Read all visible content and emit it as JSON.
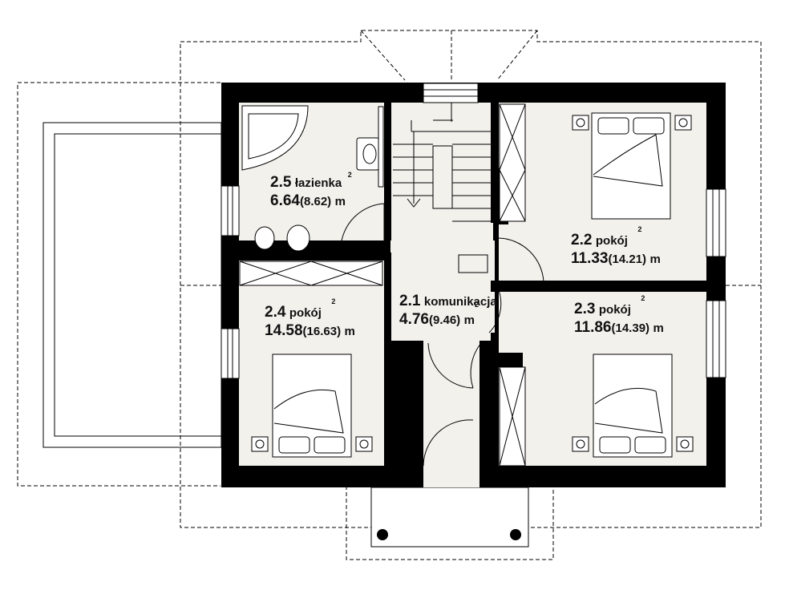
{
  "colors": {
    "wall": "#000000",
    "floor": "#f3f1ec",
    "line": "#000000",
    "background": "#ffffff"
  },
  "rooms": [
    {
      "number": "2.1",
      "name": "komunikacja",
      "area": "4.76",
      "area_gross": "(9.46)",
      "unit": "m",
      "sup": "2"
    },
    {
      "number": "2.2",
      "name": "pokój",
      "area": "11.33",
      "area_gross": "(14.21)",
      "unit": "m",
      "sup": "2"
    },
    {
      "number": "2.3",
      "name": "pokój",
      "area": "11.86",
      "area_gross": "(14.39)",
      "unit": "m",
      "sup": "2"
    },
    {
      "number": "2.4",
      "name": "pokój",
      "area": "14.58",
      "area_gross": "(16.63)",
      "unit": "m",
      "sup": "2"
    },
    {
      "number": "2.5",
      "name": "łazienka",
      "area": "6.64",
      "area_gross": "(8.62)",
      "unit": "m",
      "sup": "2"
    }
  ]
}
